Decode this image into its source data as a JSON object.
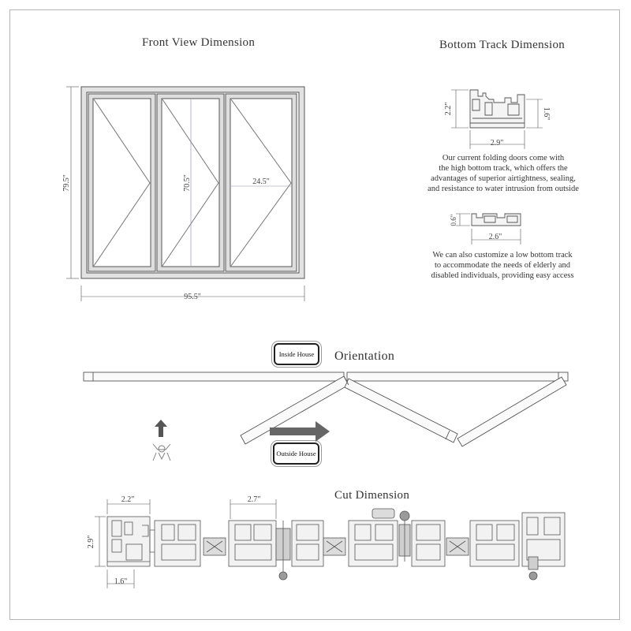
{
  "front_view": {
    "title": "Front View Dimension",
    "height_label": "79.5\"",
    "width_label": "95.5\"",
    "panel_height_label": "70.5\"",
    "panel_width_label": "24.5\""
  },
  "bottom_track": {
    "title": "Bottom Track Dimension",
    "high_track": {
      "height_left_label": "2.2\"",
      "height_right_label": "1.6\"",
      "width_label": "2.9\"",
      "description": [
        "Our current folding doors come with",
        "the high bottom track, which offers the",
        "advantages of superior airtightness, sealing,",
        "and resistance to water intrusion from outside"
      ]
    },
    "low_track": {
      "height_label": "0.6\"",
      "width_label": "2.6\"",
      "description": [
        "We can also customize a low bottom track",
        "to accommodate the needs of elderly and",
        "disabled individuals, providing easy access"
      ]
    }
  },
  "orientation": {
    "title": "Orientation",
    "inside_label": "Inside House",
    "outside_label": "Outside House"
  },
  "cut_dimension": {
    "title": "Cut Dimension",
    "width_a_label": "2.2\"",
    "width_b_label": "2.7\"",
    "height_label": "2.9\"",
    "width_c_label": "1.6\""
  },
  "colors": {
    "line": "#555555",
    "fill_light": "#dedede",
    "arrow": "#666666"
  }
}
